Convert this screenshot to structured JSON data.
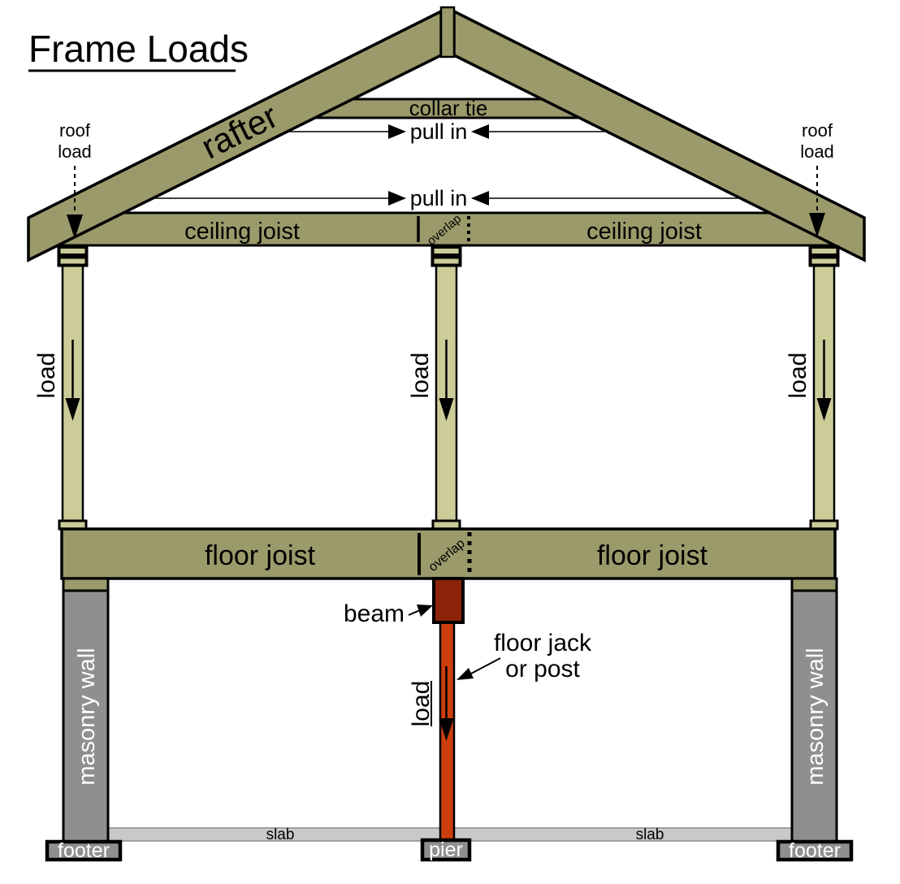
{
  "title": "Frame Loads",
  "roof": {
    "rafter_label": "rafter",
    "collar_tie_label": "collar tie",
    "pull_in_label": "pull in",
    "roof_load_line1": "roof",
    "roof_load_line2": "load"
  },
  "ceiling": {
    "joist_label": "ceiling joist",
    "overlap_label": "overlap"
  },
  "floor": {
    "joist_label": "floor joist",
    "overlap_label": "overlap"
  },
  "posts": {
    "load_label": "load"
  },
  "center_support": {
    "beam_label": "beam",
    "jack_label_line1": "floor jack",
    "jack_label_line2": "or post",
    "load_label": "load"
  },
  "foundation": {
    "masonry_wall_label": "masonry wall",
    "footer_label": "footer",
    "pier_label": "pier",
    "slab_label": "slab"
  },
  "colors": {
    "wood": "#9a9a6b",
    "wood_light": "#cccc99",
    "wall_gray": "#8f8f8f",
    "slab_gray": "#c9c9c9",
    "beam_red": "#8b2409",
    "jack_orange": "#cc3e0e",
    "ink": "#000000",
    "label_white": "#ffffff"
  }
}
